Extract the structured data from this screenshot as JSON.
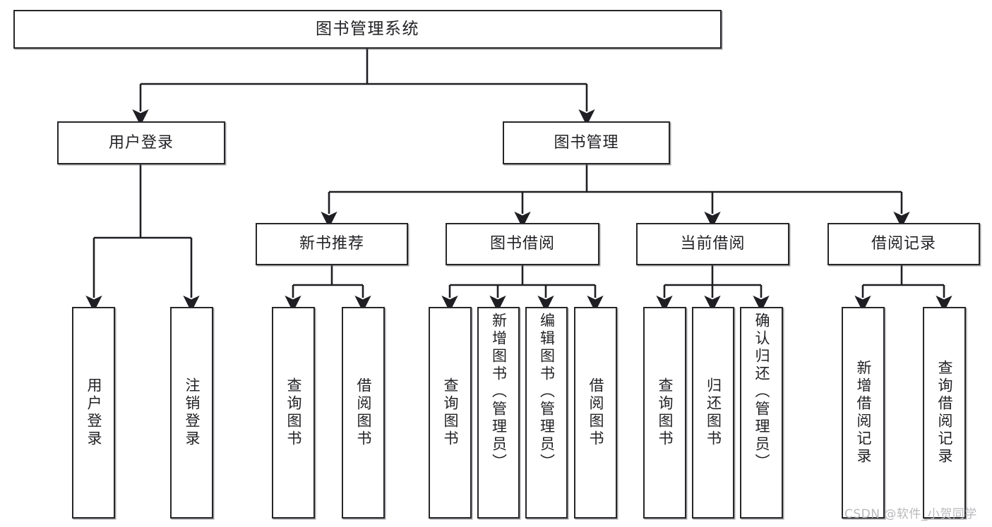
{
  "diagram": {
    "type": "tree",
    "title": "图书管理系统",
    "watermark": "CSDN @软件_小贺同学",
    "colors": {
      "background": "#ffffff",
      "node_fill": "#ffffff",
      "node_border": "#27272a",
      "text": "#222226",
      "edge": "#1f1f23",
      "watermark": "#b9b9bd"
    },
    "nodes": {
      "root": {
        "label": "图书管理系统"
      },
      "level2": [
        {
          "id": "user-login",
          "label": "用户登录"
        },
        {
          "id": "book-manage",
          "label": "图书管理"
        }
      ],
      "level3": [
        {
          "id": "new-book-recommend",
          "label": "新书推荐"
        },
        {
          "id": "book-borrow",
          "label": "图书借阅"
        },
        {
          "id": "current-borrow",
          "label": "当前借阅"
        },
        {
          "id": "borrow-record",
          "label": "借阅记录"
        }
      ],
      "leaves": {
        "user_login": [
          {
            "id": "leaf-user-login",
            "label": "用户登录"
          },
          {
            "id": "leaf-logout-login",
            "label": "注销登录"
          }
        ],
        "new_book_recommend": [
          {
            "id": "leaf-query-book-1",
            "label": "查询图书"
          },
          {
            "id": "leaf-borrow-book-1",
            "label": "借阅图书"
          }
        ],
        "book_borrow": [
          {
            "id": "leaf-query-book-2",
            "label": "查询图书"
          },
          {
            "id": "leaf-add-book",
            "label": "新增图书（管理员）"
          },
          {
            "id": "leaf-edit-book",
            "label": "编辑图书（管理员）"
          },
          {
            "id": "leaf-borrow-book-2",
            "label": "借阅图书"
          }
        ],
        "current_borrow": [
          {
            "id": "leaf-query-book-3",
            "label": "查询图书"
          },
          {
            "id": "leaf-return-book",
            "label": "归还图书"
          },
          {
            "id": "leaf-confirm-return",
            "label": "确认归还（管理员）"
          }
        ],
        "borrow_record": [
          {
            "id": "leaf-add-record",
            "label": "新增借阅记录"
          },
          {
            "id": "leaf-query-record",
            "label": "查询借阅记录"
          }
        ]
      }
    }
  }
}
